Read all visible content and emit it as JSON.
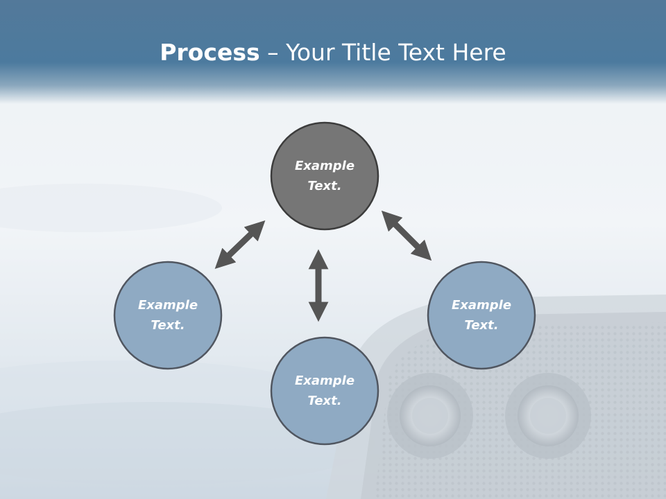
{
  "title": {
    "bold": "Process",
    "rest": " – Your Title Text Here"
  },
  "nodes": [
    {
      "line1": "Example",
      "line2": "Text."
    },
    {
      "line1": "Example",
      "line2": "Text."
    },
    {
      "line1": "Example",
      "line2": "Text."
    },
    {
      "line1": "Example",
      "line2": "Text."
    }
  ],
  "colors": {
    "header": "#4c7a9e",
    "center_node": "#767676",
    "outer_node": "#8faac3",
    "node_border": "#505660",
    "arrow": "#555555"
  }
}
